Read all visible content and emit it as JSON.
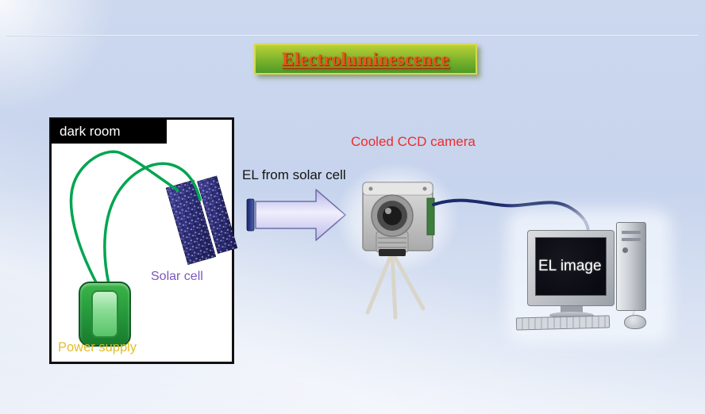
{
  "slide": {
    "title": "Electroluminescence",
    "dark_room": {
      "label": "dark room"
    },
    "solar_cell": {
      "label": "Solar cell"
    },
    "power_supply": {
      "label": "Power supply"
    },
    "arrow": {
      "label": "EL from solar cell"
    },
    "camera": {
      "label": "Cooled CCD camera"
    },
    "monitor": {
      "screen_label": "EL image"
    },
    "colors": {
      "background": "#cbd7ee",
      "title_text": "#e55a17",
      "title_box_top": "#b9d035",
      "title_box_bottom": "#4f9a27",
      "title_box_border": "#d6d94e",
      "dark_room_label_bg": "#000000",
      "solar_cell_label": "#7a58b8",
      "power_supply_label": "#e3bd2a",
      "power_supply_body": "#23963a",
      "camera_label": "#ee2c2c",
      "wire_green": "#00a550",
      "cable_navy": "#1b2b6b",
      "arrow_fill": "#c6c6ee",
      "arrow_border": "#6f6fa8",
      "solar_panel": "#33337e"
    }
  }
}
